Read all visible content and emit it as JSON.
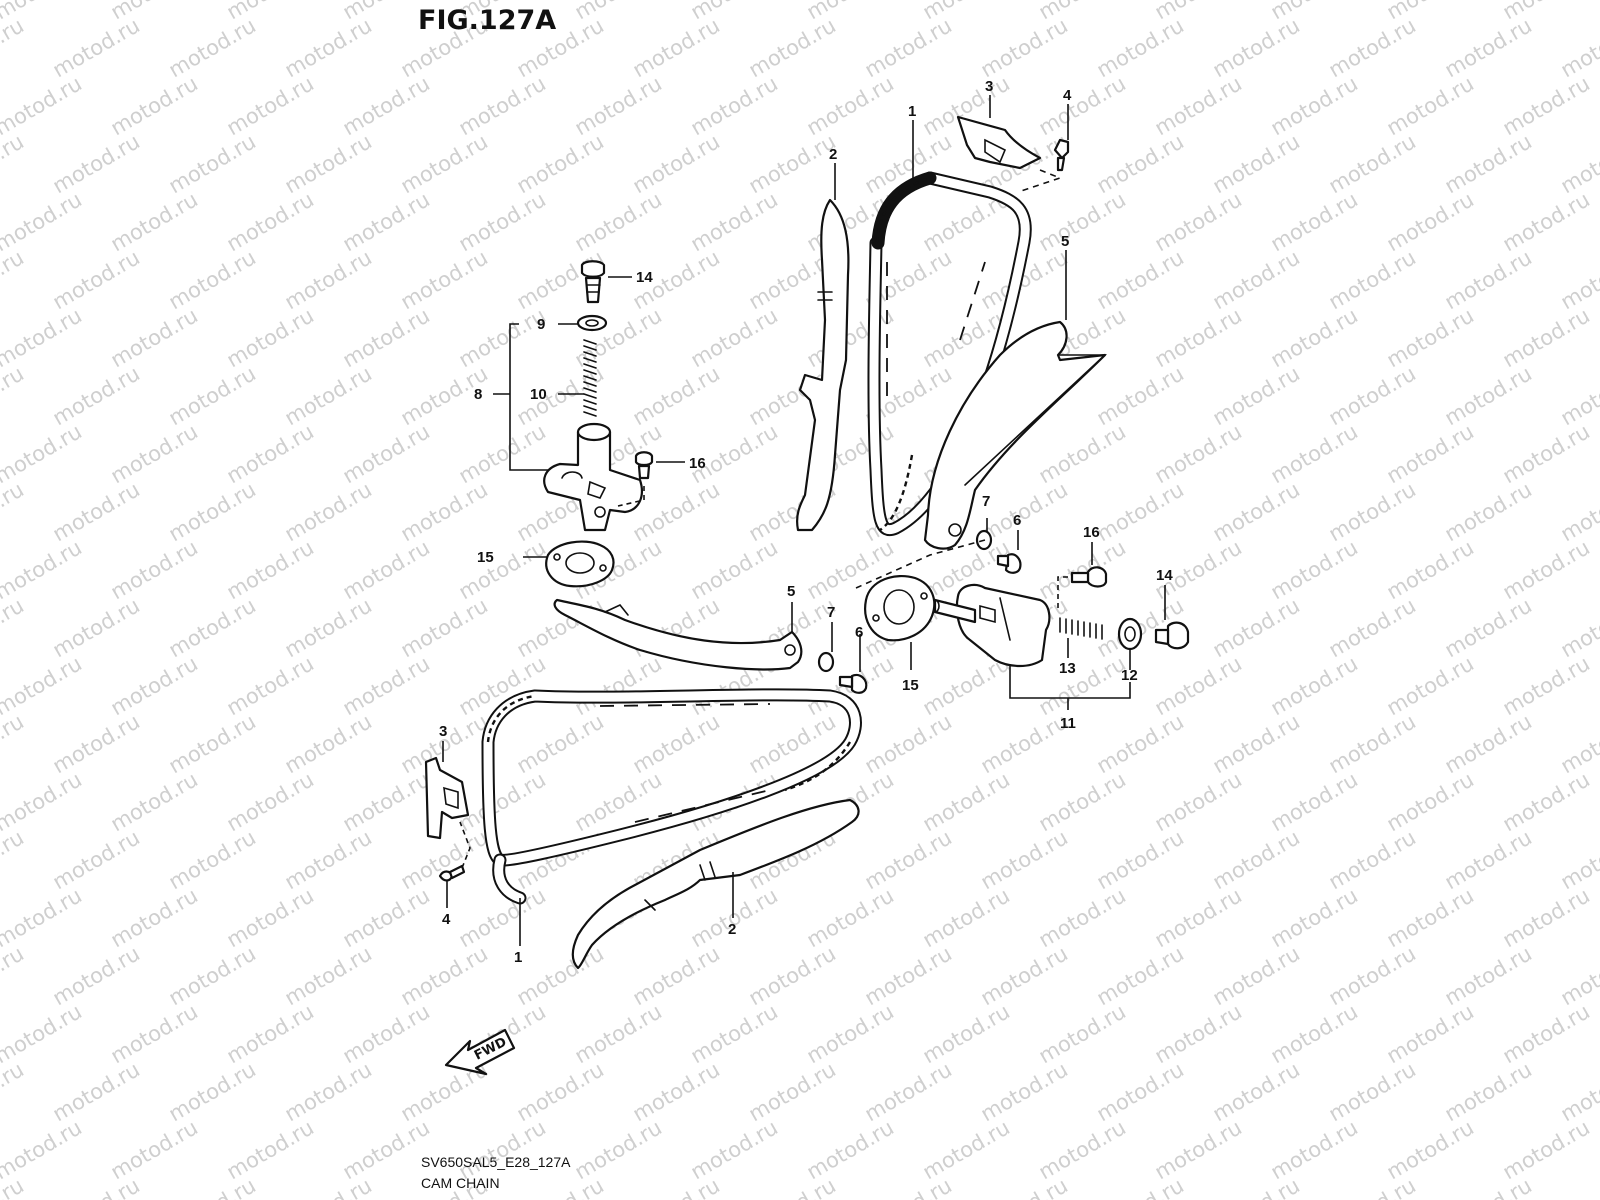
{
  "figure": {
    "title": "FIG.127A"
  },
  "watermark": "motod.ru",
  "fwd_label": "FWD",
  "footer": {
    "code": "SV650SAL5_E28_127A",
    "name": "CAM CHAIN"
  },
  "callouts": {
    "c1a": "1",
    "c2a": "2",
    "c3a": "3",
    "c4a": "4",
    "c5a": "5",
    "c14a": "14",
    "c9": "9",
    "c8": "8",
    "c10": "10",
    "c16a": "16",
    "c15a": "15",
    "c7a": "7",
    "c6a": "6",
    "c16b": "16",
    "c14b": "14",
    "c5b": "5",
    "c7b": "7",
    "c6b": "6",
    "c15b": "15",
    "c13": "13",
    "c12": "12",
    "c11": "11",
    "c3b": "3",
    "c4b": "4",
    "c2b": "2",
    "c1b": "1"
  }
}
